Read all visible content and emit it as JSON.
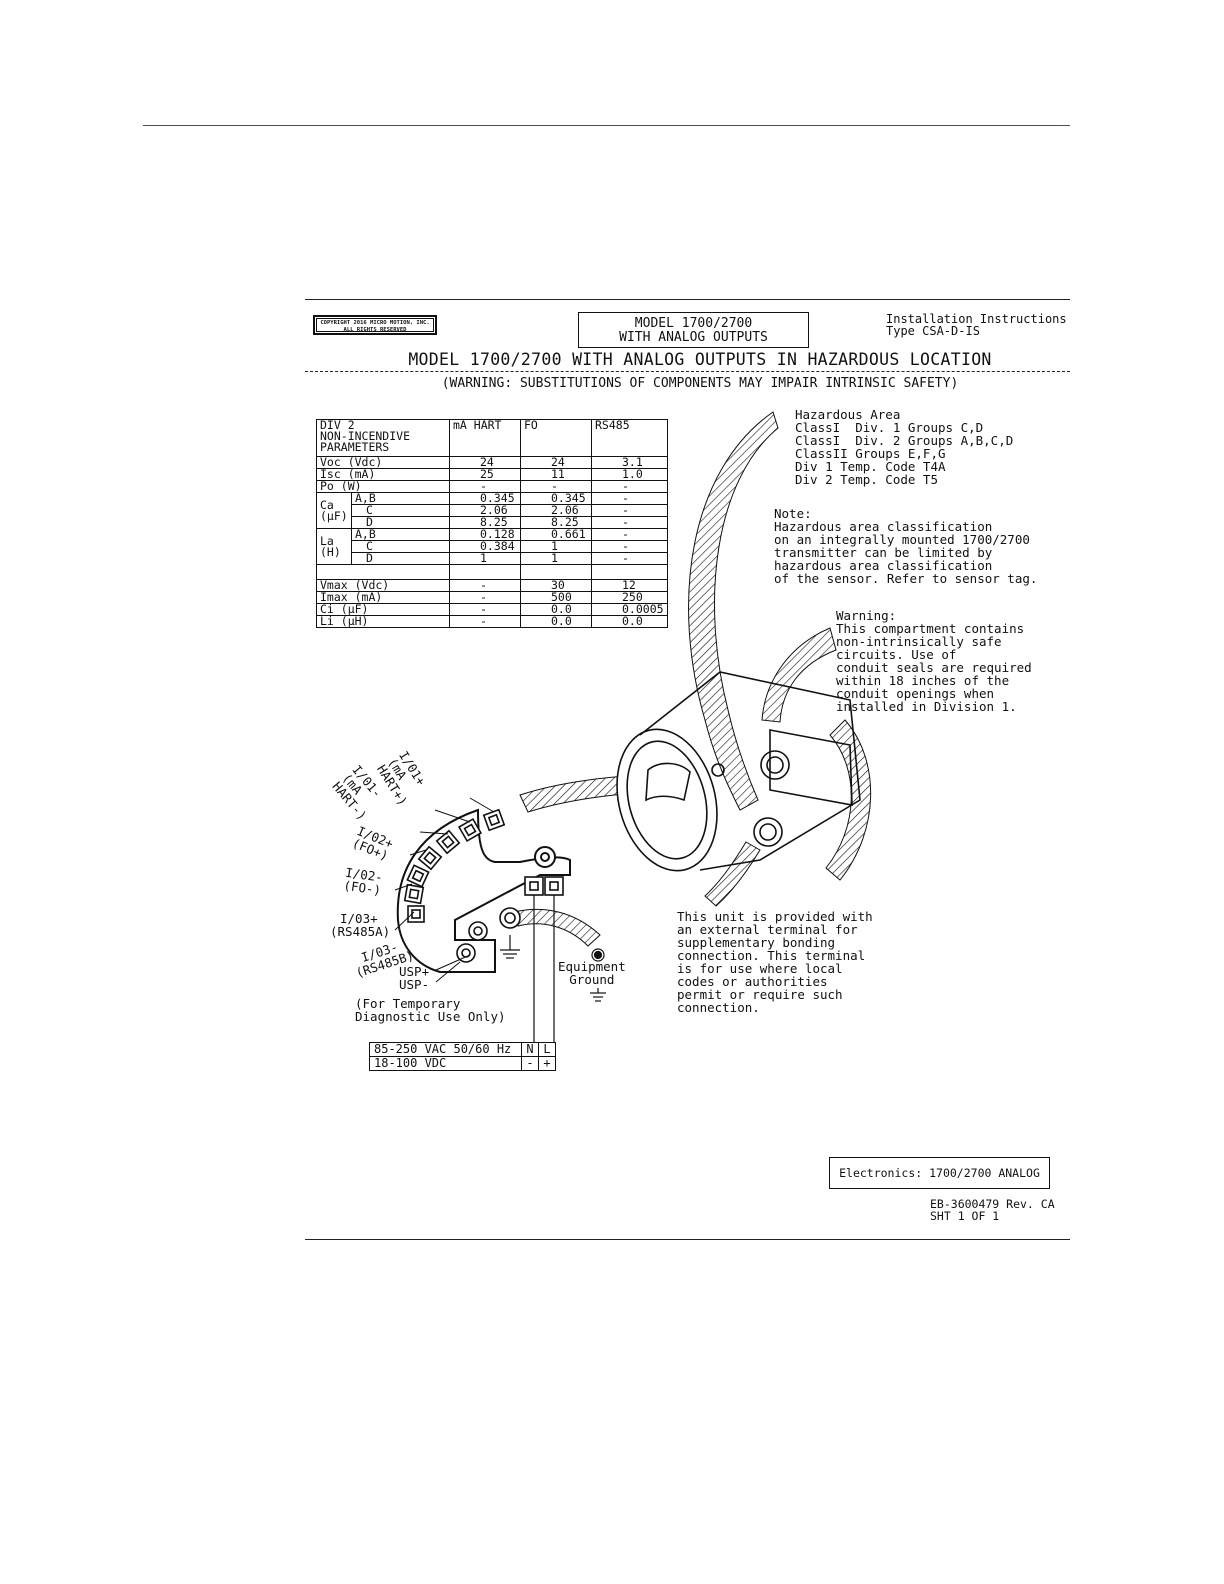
{
  "copyright": {
    "line1": "COPYRIGHT 2016 MICRO MOTION, INC.",
    "line2": "ALL RIGHTS RESERVED"
  },
  "model_box": {
    "line1": "MODEL 1700/2700",
    "line2": "WITH ANALOG OUTPUTS"
  },
  "install": {
    "line1": "Installation Instructions",
    "line2": "Type CSA-D-IS"
  },
  "main_title": "MODEL 1700/2700 WITH ANALOG OUTPUTS IN HAZARDOUS LOCATION",
  "warning_title": "(WARNING: SUBSTITUTIONS OF COMPONENTS MAY IMPAIR INTRINSIC SAFETY)",
  "param_table": {
    "header": {
      "title1": "DIV 2",
      "title2": "NON-INCENDIVE",
      "title3": "PARAMETERS",
      "col1": "mA HART",
      "col2": "FO",
      "col3": "RS485"
    },
    "voc": {
      "label": "Voc (Vdc)",
      "c1": "24",
      "c2": "24",
      "c3": "3.1"
    },
    "isc": {
      "label": "Isc (mA)",
      "c1": "25",
      "c2": "11",
      "c3": "1.0"
    },
    "po": {
      "label": "Po (W)",
      "c1": "-",
      "c2": "-",
      "c3": "-"
    },
    "ca": {
      "label1": "Ca",
      "label2": "(μF)",
      "r1": {
        "g": "A,B",
        "c1": "0.345",
        "c2": "0.345",
        "c3": "-"
      },
      "r2": {
        "g": "C",
        "c1": "2.06",
        "c2": "2.06",
        "c3": "-"
      },
      "r3": {
        "g": "D",
        "c1": "8.25",
        "c2": "8.25",
        "c3": "-"
      }
    },
    "la": {
      "label1": "La",
      "label2": "(H)",
      "r1": {
        "g": "A,B",
        "c1": "0.128",
        "c2": "0.661",
        "c3": "-"
      },
      "r2": {
        "g": "C",
        "c1": "0.384",
        "c2": "1",
        "c3": "-"
      },
      "r3": {
        "g": "D",
        "c1": "1",
        "c2": "1",
        "c3": "-"
      }
    },
    "vmax": {
      "label": "Vmax (Vdc)",
      "c1": "-",
      "c2": "30",
      "c3": "12"
    },
    "imax": {
      "label": "Imax (mA)",
      "c1": "-",
      "c2": "500",
      "c3": "250"
    },
    "ci": {
      "label": "Ci (μF)",
      "c1": "-",
      "c2": "0.0",
      "c3": "0.0005"
    },
    "li": {
      "label": "Li (μH)",
      "c1": "-",
      "c2": "0.0",
      "c3": "0.0"
    }
  },
  "hazardous": {
    "line1": "Hazardous Area",
    "line2": "ClassI  Div. 1 Groups C,D",
    "line3": "ClassI  Div. 2 Groups A,B,C,D",
    "line4": "ClassII Groups E,F,G",
    "line5": "Div 1 Temp. Code T4A",
    "line6": "Div 2 Temp. Code T5"
  },
  "note": {
    "line1": "Note:",
    "line2": "Hazardous area classification",
    "line3": "on an integrally mounted 1700/2700",
    "line4": "transmitter can be limited by",
    "line5": "hazardous area classification",
    "line6": "of the sensor. Refer to sensor tag."
  },
  "warning_note": {
    "line1": "Warning:",
    "line2": "This compartment contains",
    "line3": "non-intrinsically safe",
    "line4": "circuits. Use of",
    "line5": "conduit seals are required",
    "line6": "within 18 inches of the",
    "line7": "conduit openings when",
    "line8": "installed in Division 1."
  },
  "terminals": {
    "io1p": {
      "a": "I/01+",
      "b": "(mA",
      "c": "HART+)"
    },
    "io1m": {
      "a": "I/01-",
      "b": "(mA",
      "c": "HART-)"
    },
    "io2p": {
      "a": "I/02+",
      "b": "(FO+)"
    },
    "io2m": {
      "a": "I/02-",
      "b": "(FO-)"
    },
    "io3p": {
      "a": "I/03+",
      "b": "(RS485A)"
    },
    "io3m": {
      "a": "I/03-",
      "b": "(RS485B)"
    }
  },
  "usp": {
    "plus": "USP+",
    "minus": "USP-"
  },
  "diagnostic": {
    "line1": "(For Temporary",
    "line2": "Diagnostic Use Only)"
  },
  "equipment": {
    "line1": "Equipment",
    "line2": "Ground"
  },
  "bonding": {
    "line1": "This unit is provided with",
    "line2": "an external terminal for",
    "line3": "supplementary bonding",
    "line4": "connection. This terminal",
    "line5": "is for use where local",
    "line6": "codes or authorities",
    "line7": "permit or require such",
    "line8": "connection."
  },
  "power": {
    "ac": {
      "label": "85-250 VAC 50/60 Hz",
      "a": "N",
      "b": "L"
    },
    "dc": {
      "label": "18-100 VDC",
      "a": "-",
      "b": "+"
    }
  },
  "electronics": "Electronics: 1700/2700 ANALOG",
  "eb": {
    "line1": "EB-3600479 Rev. CA",
    "line2": "SHT 1 OF 1"
  }
}
